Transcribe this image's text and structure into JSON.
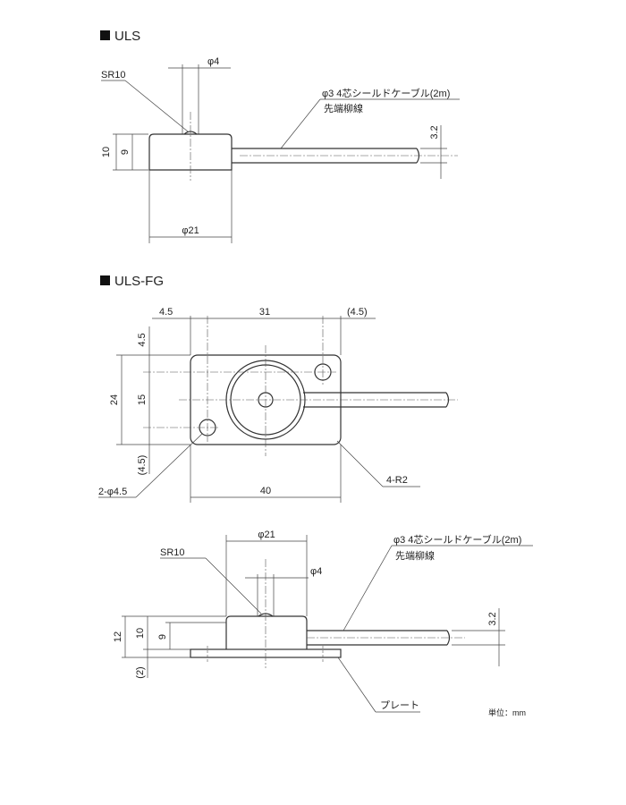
{
  "uls": {
    "title": "ULS",
    "sr": "SR10",
    "phi4": "φ4",
    "cable_line1": "φ3  4芯シールドケーブル(2m)",
    "cable_line2": "先端柳線",
    "dim_10": "10",
    "dim_9": "9",
    "dim_32": "3.2",
    "phi21": "φ21"
  },
  "ulsfg": {
    "title": "ULS-FG",
    "top": {
      "dim_45_left": "4.5",
      "dim_31": "31",
      "dim_45_right": "(4.5)",
      "dim_45_vertical": "4.5",
      "dim_24": "24",
      "dim_15": "15",
      "dim_45_paren": "(4.5)",
      "holes": "2-φ4.5",
      "dim_40": "40",
      "radius": "4-R2"
    },
    "side": {
      "phi21": "φ21",
      "sr": "SR10",
      "phi4": "φ4",
      "cable_line1": "φ3  4芯シールドケーブル(2m)",
      "cable_line2": "先端柳線",
      "dim_12": "12",
      "dim_10": "10",
      "dim_9": "9",
      "dim_2": "(2)",
      "dim_32": "3.2",
      "plate": "プレート"
    }
  },
  "unit": "単位：mm"
}
